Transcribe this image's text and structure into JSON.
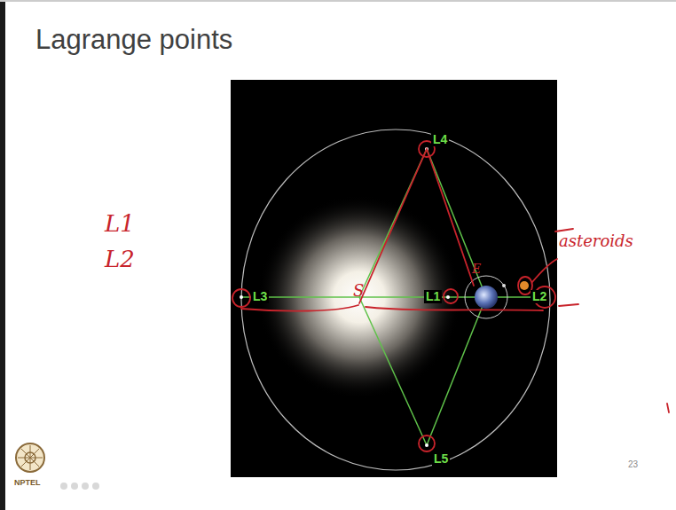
{
  "diagram": {
    "title": "Lagrange points",
    "labels": [
      "L4",
      "L3",
      "L1",
      "L2",
      "L5",
      "S",
      "E",
      "asteroids",
      "L1",
      "L2",
      "23",
      "NPTEL"
    ]
  }
}
